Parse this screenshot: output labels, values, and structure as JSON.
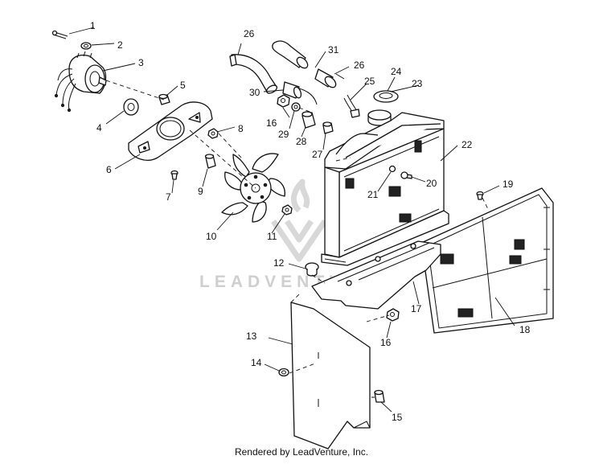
{
  "diagram": {
    "callouts": {
      "c1": "1",
      "c2": "2",
      "c3": "3",
      "c4": "4",
      "c5": "5",
      "c6": "6",
      "c7": "7",
      "c8": "8",
      "c9": "9",
      "c10": "10",
      "c11": "11",
      "c12": "12",
      "c13": "13",
      "c14": "14",
      "c15": "15",
      "c16a": "16",
      "c16b": "16",
      "c17": "17",
      "c18": "18",
      "c19": "19",
      "c20": "20",
      "c21": "21",
      "c22": "22",
      "c23": "23",
      "c24": "24",
      "c25": "25",
      "c26a": "26",
      "c26b": "26",
      "c27": "27",
      "c28": "28",
      "c29": "29",
      "c30": "30",
      "c31": "31"
    }
  },
  "watermark": {
    "text": "LEADVENTURE"
  },
  "footer": {
    "text": "Rendered by LeadVenture, Inc."
  },
  "colors": {
    "line": "#111111",
    "watermark": "#cfcfcf",
    "background": "#ffffff"
  }
}
